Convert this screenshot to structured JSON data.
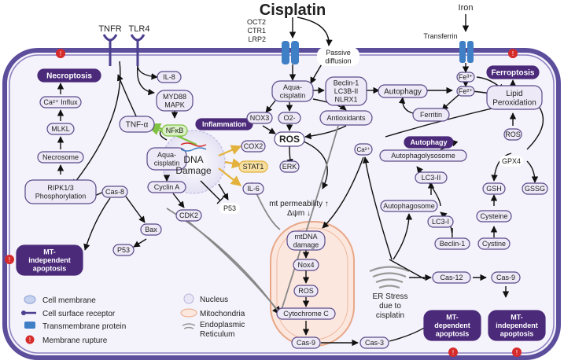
{
  "title": "Cisplatin",
  "transporters": [
    "OCT2",
    "CTR1",
    "LRP2"
  ],
  "nodes": {
    "tnfr": "TNFR",
    "tlr4": "TLR4",
    "passive": [
      "Passive",
      "diffusion"
    ],
    "aqua_top": [
      "Aqua-",
      "cisplatin"
    ],
    "beclin_group": [
      "Beclin-1",
      "LC3B-II",
      "NLRX1"
    ],
    "autophagy_top": "Autophagy",
    "iron": "Iron",
    "transferrin": "Transferrin",
    "fe3": "Fe³⁺",
    "fe2": "Fe²⁺",
    "ferritin": "Ferritin",
    "ferroptosis": "Ferroptosis",
    "lipid": [
      "Lipid",
      "Peroxidation"
    ],
    "ros_small": "ROS",
    "gpx4": "GPX4",
    "gsh": "GSH",
    "gssg": "GSSG",
    "cysteine": "Cysteine",
    "cystine": "Cystine",
    "il8": "IL-8",
    "myd88": [
      "MYD88",
      "MAPK"
    ],
    "nfkb": "NFκB",
    "inflammation": "Inflammation",
    "tnfa": "TNF-α",
    "nox3": "NOX3",
    "o2": "O2-",
    "antioxidants": "Antioxidants",
    "ros_main": "ROS",
    "cox2": "COX2",
    "stat1": "STAT1",
    "erk": "ERK",
    "il6": "IL-6",
    "dna_damage": [
      "DNA",
      "Damage"
    ],
    "necroptosis": "Necroptosis",
    "ca_influx": "Ca²⁺ Influx",
    "mlkl": "MLKL",
    "necrosome": "Necrosome",
    "ripk": [
      "RIPK1/3",
      "Phosphorylation"
    ],
    "cas8": "Cas-8",
    "aqua_mid": [
      "Aqua-",
      "cisplatin"
    ],
    "cyclin": "Cyclin A",
    "cdk2": "CDK2",
    "p53_mid": "P53",
    "bax": "Bax",
    "p53_left": "P53",
    "mt_indep_left": [
      "MT-",
      "independent",
      "apoptosis"
    ],
    "mt_perm": [
      "mt permeability ↑",
      "Δψm ↓"
    ],
    "ca2": "Ca²⁺",
    "autophagy_mid": "Autophagy",
    "autophagolysosome": "Autophagolysosome",
    "lc3ii": "LC3-II",
    "autophagosome": "Autophagosome",
    "lc3i": "LC3-I",
    "beclin1": "Beclin-1",
    "mtdna": [
      "mtDNA",
      "damage"
    ],
    "nox4": "Nox4",
    "ros_mito": "ROS",
    "cytc": "Cytochrome C",
    "cas9_bottom": "Cas-9",
    "cas3": "Cas-3",
    "mt_dep": [
      "MT-",
      "dependent",
      "apoptosis"
    ],
    "er_stress": [
      "ER Stress",
      "due to",
      "cisplatin"
    ],
    "cas12": "Cas-12",
    "cas9_right": "Cas-9",
    "mt_indep_right": [
      "MT-",
      "independent",
      "apoptosis"
    ]
  },
  "legend": {
    "cell_membrane": "Cell membrane",
    "surface_receptor": "Cell surface receptor",
    "transmembrane": "Transmembrane protein",
    "rupture": "Membrane rupture",
    "nucleus": "Nucleus",
    "mitochondria": "Mitochondria",
    "er": [
      "Endoplasmic",
      "Reticulum"
    ]
  },
  "colors": {
    "membrane": "#5d4e9c",
    "membrane_fill": "#f1eff8",
    "node_fill": "#ede9f6",
    "node_stroke": "#5b4b8a",
    "dark": "#4b2a7a",
    "green": "#7fc241",
    "gold": "#e3b23c",
    "red": "#d62b2b",
    "blue": "#3f7fc6",
    "mito": "#e8a787"
  }
}
